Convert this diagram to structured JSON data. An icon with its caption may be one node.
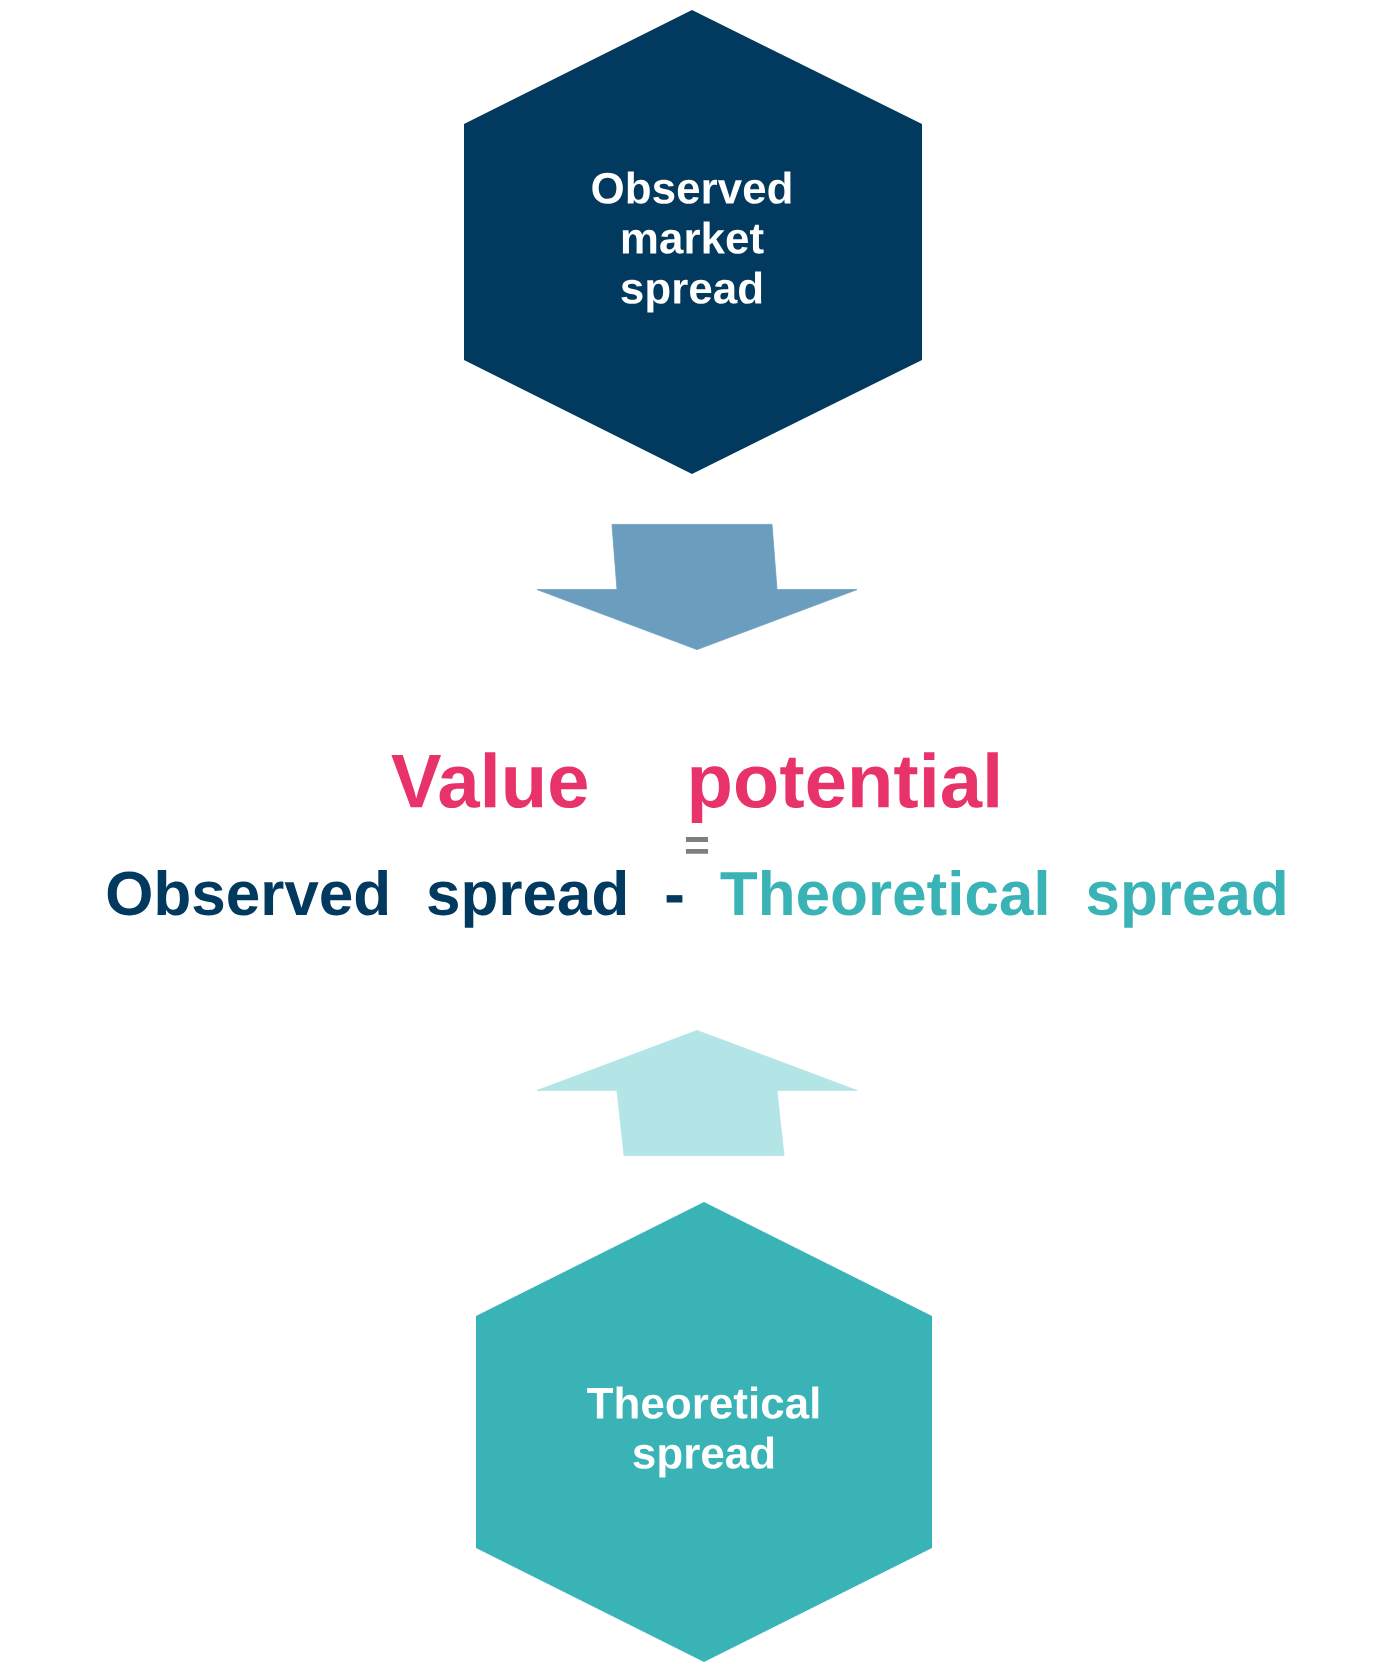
{
  "diagram": {
    "nodes": [
      {
        "text": [
          "Observed market spread"
        ]
      },
      {
        "text": [
          "Value potential",
          "=",
          "Observed spread -",
          "Theoretical spread"
        ]
      },
      {
        "text": [
          "Theoretical spread"
        ]
      }
    ],
    "edges": [
      {
        "from": 0,
        "to": 1,
        "arrow": "to",
        "color": "#6b9dbf"
      },
      {
        "from": 2,
        "to": 1,
        "arrow": "to",
        "color": "#b3e4e6"
      }
    ]
  }
}
